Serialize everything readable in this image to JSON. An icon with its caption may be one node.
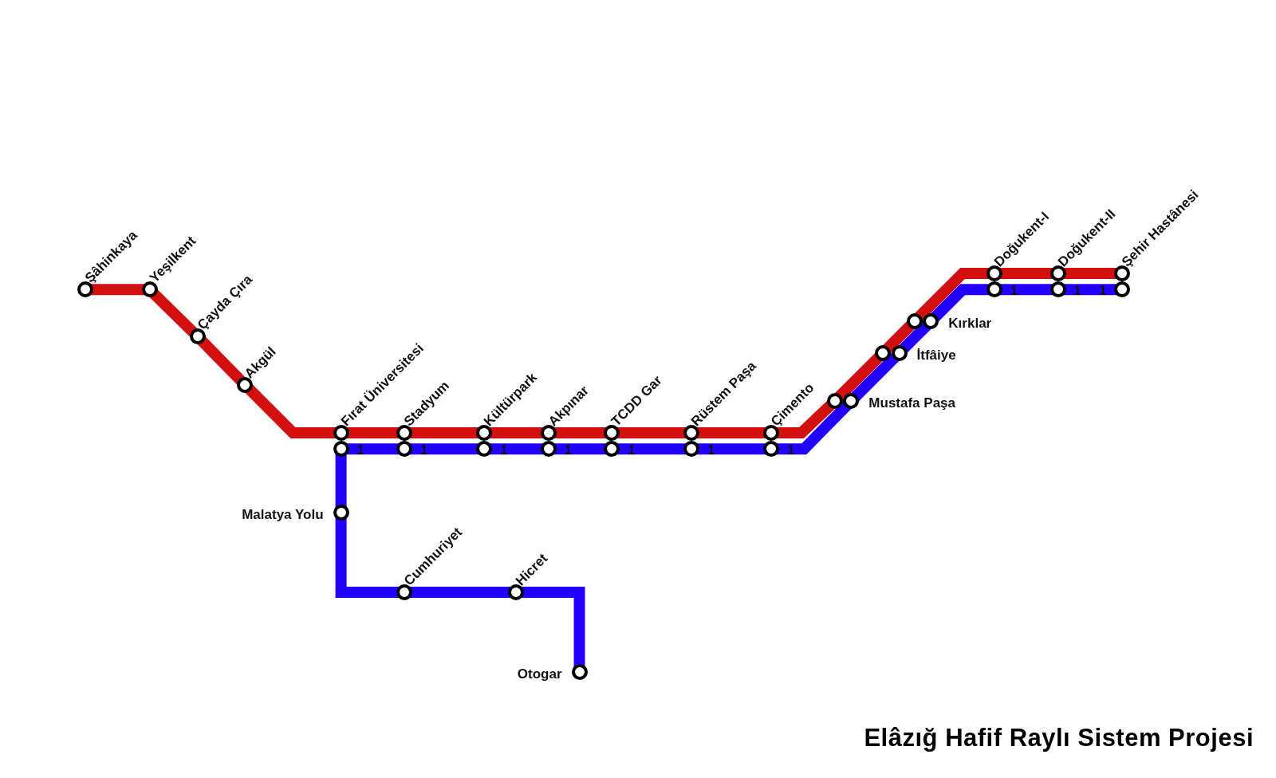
{
  "diagram": {
    "title": "Elâzığ Hafif Raylı Sistem Projesi",
    "nodes": [
      {
        "text": [
          "Şâhinkaya"
        ]
      },
      {
        "text": [
          "Yeşilkent"
        ]
      },
      {
        "text": [
          "Çayda Çıra"
        ]
      },
      {
        "text": [
          "Akgül"
        ]
      },
      {
        "text": [
          "Fırat Üniversitesi"
        ]
      },
      {
        "text": [
          "Stadyum"
        ]
      },
      {
        "text": [
          "Kültürpark"
        ]
      },
      {
        "text": [
          "Akpınar"
        ]
      },
      {
        "text": [
          "TCDD Gar"
        ]
      },
      {
        "text": [
          "Rüstem Paşa"
        ]
      },
      {
        "text": [
          "Çimento"
        ]
      },
      {
        "text": [],
        "shape": "circle"
      },
      {
        "text": [],
        "shape": "circle"
      },
      {
        "text": [],
        "shape": "circle"
      },
      {
        "text": [
          "Doğukent-I"
        ]
      },
      {
        "text": [
          "Doğukent-II"
        ]
      },
      {
        "text": [
          "Şehir Hastânesi"
        ]
      },
      {
        "text": [],
        "shape": "circle",
        "beside": [
          "1"
        ]
      },
      {
        "text": [],
        "shape": "circle",
        "beside": [
          "1"
        ]
      },
      {
        "text": [],
        "shape": "circle",
        "beside": [
          "1"
        ]
      },
      {
        "text": [],
        "shape": "circle",
        "beside": [
          "1"
        ]
      },
      {
        "text": [],
        "shape": "circle",
        "beside": [
          "1"
        ]
      },
      {
        "text": [],
        "shape": "circle",
        "beside": [
          "1"
        ]
      },
      {
        "text": [],
        "shape": "circle",
        "beside": [
          "1"
        ]
      },
      {
        "text": [
          "Mustafa Paşa"
        ]
      },
      {
        "text": [
          "İtfâiye"
        ]
      },
      {
        "text": [
          "Kırklar"
        ]
      },
      {
        "text": [],
        "shape": "circle",
        "beside": [
          "1"
        ]
      },
      {
        "text": [],
        "shape": "circle",
        "beside": [
          "1"
        ]
      },
      {
        "text": [],
        "shape": "circle",
        "beside": [
          "1"
        ]
      },
      {
        "text": [
          "Malatya Yolu"
        ]
      },
      {
        "text": [
          "Cumhuriyet"
        ]
      },
      {
        "text": [
          "Hicret"
        ]
      },
      {
        "text": [
          "Otogar"
        ]
      }
    ],
    "edges": [
      {
        "from": 0,
        "to": 1,
        "arrow": "none",
        "color": "#d21010"
      },
      {
        "from": 1,
        "to": 2,
        "arrow": "none",
        "color": "#d21010"
      },
      {
        "from": 2,
        "to": 3,
        "arrow": "none",
        "color": "#d21010"
      },
      {
        "from": 3,
        "to": 4,
        "arrow": "none",
        "color": "#d21010"
      },
      {
        "from": 4,
        "to": 5,
        "arrow": "none",
        "color": "#d21010"
      },
      {
        "from": 5,
        "to": 6,
        "arrow": "none",
        "color": "#d21010"
      },
      {
        "from": 6,
        "to": 7,
        "arrow": "none",
        "color": "#d21010"
      },
      {
        "from": 7,
        "to": 8,
        "arrow": "none",
        "color": "#d21010"
      },
      {
        "from": 8,
        "to": 9,
        "arrow": "none",
        "color": "#d21010"
      },
      {
        "from": 9,
        "to": 10,
        "arrow": "none",
        "color": "#d21010"
      },
      {
        "from": 10,
        "to": 11,
        "arrow": "none",
        "color": "#d21010"
      },
      {
        "from": 11,
        "to": 12,
        "arrow": "none",
        "color": "#d21010"
      },
      {
        "from": 12,
        "to": 13,
        "arrow": "none",
        "color": "#d21010"
      },
      {
        "from": 13,
        "to": 14,
        "arrow": "none",
        "color": "#d21010"
      },
      {
        "from": 14,
        "to": 15,
        "arrow": "none",
        "color": "#d21010"
      },
      {
        "from": 15,
        "to": 16,
        "arrow": "none",
        "color": "#d21010"
      },
      {
        "from": 33,
        "to": 32,
        "arrow": "none",
        "color": "#2200ff"
      },
      {
        "from": 32,
        "to": 31,
        "arrow": "none",
        "color": "#2200ff"
      },
      {
        "from": 31,
        "to": 30,
        "arrow": "none",
        "color": "#2200ff"
      },
      {
        "from": 30,
        "to": 17,
        "arrow": "none",
        "color": "#2200ff"
      },
      {
        "from": 17,
        "to": 18,
        "arrow": "none",
        "color": "#2200ff"
      },
      {
        "from": 18,
        "to": 19,
        "arrow": "none",
        "color": "#2200ff"
      },
      {
        "from": 19,
        "to": 20,
        "arrow": "none",
        "color": "#2200ff"
      },
      {
        "from": 20,
        "to": 21,
        "arrow": "none",
        "color": "#2200ff"
      },
      {
        "from": 21,
        "to": 22,
        "arrow": "none",
        "color": "#2200ff"
      },
      {
        "from": 22,
        "to": 23,
        "arrow": "none",
        "color": "#2200ff"
      },
      {
        "from": 23,
        "to": 24,
        "arrow": "none",
        "color": "#2200ff"
      },
      {
        "from": 24,
        "to": 25,
        "arrow": "none",
        "color": "#2200ff"
      },
      {
        "from": 25,
        "to": 26,
        "arrow": "none",
        "color": "#2200ff"
      },
      {
        "from": 26,
        "to": 27,
        "arrow": "none",
        "color": "#2200ff"
      },
      {
        "from": 27,
        "to": 28,
        "arrow": "none",
        "color": "#2200ff"
      },
      {
        "from": 28,
        "to": 29,
        "arrow": "none",
        "color": "#2200ff"
      }
    ]
  }
}
